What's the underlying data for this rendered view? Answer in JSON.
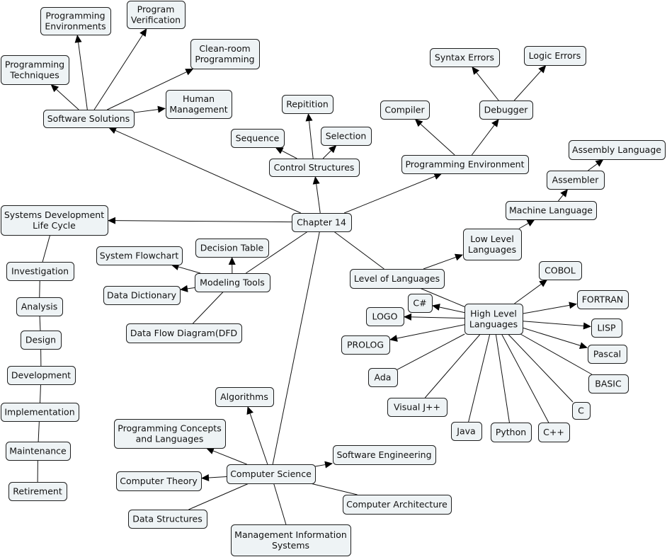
{
  "concept_map": {
    "nodes": [
      {
        "id": "chapter14",
        "lines": [
          "Chapter 14"
        ]
      },
      {
        "id": "software-solutions",
        "lines": [
          "Software Solutions"
        ]
      },
      {
        "id": "programming-environments",
        "lines": [
          "Programming",
          "Environments"
        ]
      },
      {
        "id": "program-verification",
        "lines": [
          "Program",
          "Verification"
        ]
      },
      {
        "id": "programming-techniques",
        "lines": [
          "Programming",
          "Techniques"
        ]
      },
      {
        "id": "clean-room-programming",
        "lines": [
          "Clean-room",
          "Programming"
        ]
      },
      {
        "id": "human-management",
        "lines": [
          "Human",
          "Management"
        ]
      },
      {
        "id": "control-structures",
        "lines": [
          "Control Structures"
        ]
      },
      {
        "id": "repitition",
        "lines": [
          "Repitition"
        ]
      },
      {
        "id": "sequence",
        "lines": [
          "Sequence"
        ]
      },
      {
        "id": "selection",
        "lines": [
          "Selection"
        ]
      },
      {
        "id": "programming-environment",
        "lines": [
          "Programming Environment"
        ]
      },
      {
        "id": "compiler",
        "lines": [
          "Compiler"
        ]
      },
      {
        "id": "debugger",
        "lines": [
          "Debugger"
        ]
      },
      {
        "id": "syntax-errors",
        "lines": [
          "Syntax Errors"
        ]
      },
      {
        "id": "logic-errors",
        "lines": [
          "Logic Errors"
        ]
      },
      {
        "id": "systems-development-life-cycle",
        "lines": [
          "Systems Development",
          "Life Cycle"
        ]
      },
      {
        "id": "investigation",
        "lines": [
          "Investigation"
        ]
      },
      {
        "id": "analysis",
        "lines": [
          "Analysis"
        ]
      },
      {
        "id": "design",
        "lines": [
          "Design"
        ]
      },
      {
        "id": "development",
        "lines": [
          "Development"
        ]
      },
      {
        "id": "implementation",
        "lines": [
          "Implementation"
        ]
      },
      {
        "id": "maintenance",
        "lines": [
          "Maintenance"
        ]
      },
      {
        "id": "retirement",
        "lines": [
          "Retirement"
        ]
      },
      {
        "id": "modeling-tools",
        "lines": [
          "Modeling Tools"
        ]
      },
      {
        "id": "system-flowchart",
        "lines": [
          "System Flowchart"
        ]
      },
      {
        "id": "decision-table",
        "lines": [
          "Decision Table"
        ]
      },
      {
        "id": "data-dictionary",
        "lines": [
          "Data Dictionary"
        ]
      },
      {
        "id": "data-flow-diagram",
        "lines": [
          "Data Flow Diagram(DFD"
        ]
      },
      {
        "id": "level-of-languages",
        "lines": [
          "Level of Languages"
        ]
      },
      {
        "id": "low-level-languages",
        "lines": [
          "Low Level",
          "Languages"
        ]
      },
      {
        "id": "machine-language",
        "lines": [
          "Machine Language"
        ]
      },
      {
        "id": "assembler",
        "lines": [
          "Assembler"
        ]
      },
      {
        "id": "assembly-language",
        "lines": [
          "Assembly Language"
        ]
      },
      {
        "id": "high-level-languages",
        "lines": [
          "High Level",
          "Languages"
        ]
      },
      {
        "id": "cobol",
        "lines": [
          "COBOL"
        ]
      },
      {
        "id": "fortran",
        "lines": [
          "FORTRAN"
        ]
      },
      {
        "id": "lisp",
        "lines": [
          "LISP"
        ]
      },
      {
        "id": "pascal",
        "lines": [
          "Pascal"
        ]
      },
      {
        "id": "basic",
        "lines": [
          "BASIC"
        ]
      },
      {
        "id": "c",
        "lines": [
          "C"
        ]
      },
      {
        "id": "cpp",
        "lines": [
          "C++"
        ]
      },
      {
        "id": "python",
        "lines": [
          "Python"
        ]
      },
      {
        "id": "java",
        "lines": [
          "Java"
        ]
      },
      {
        "id": "visual-jpp",
        "lines": [
          "Visual J++"
        ]
      },
      {
        "id": "ada",
        "lines": [
          "Ada"
        ]
      },
      {
        "id": "prolog",
        "lines": [
          "PROLOG"
        ]
      },
      {
        "id": "logo",
        "lines": [
          "LOGO"
        ]
      },
      {
        "id": "csharp",
        "lines": [
          "C#"
        ]
      },
      {
        "id": "computer-science",
        "lines": [
          "Computer Science"
        ]
      },
      {
        "id": "algorithms",
        "lines": [
          "Algorithms"
        ]
      },
      {
        "id": "programming-concepts-and-languages",
        "lines": [
          "Programming Concepts",
          "and Languages"
        ]
      },
      {
        "id": "computer-theory",
        "lines": [
          "Computer Theory"
        ]
      },
      {
        "id": "data-structures",
        "lines": [
          "Data Structures"
        ]
      },
      {
        "id": "management-information-systems",
        "lines": [
          "Management Information",
          "Systems"
        ]
      },
      {
        "id": "computer-architecture",
        "lines": [
          "Computer Architecture"
        ]
      },
      {
        "id": "software-engineering",
        "lines": [
          "Software Engineering"
        ]
      }
    ],
    "edges": [
      {
        "from": "chapter14",
        "to": "software-solutions",
        "arrow": true
      },
      {
        "from": "chapter14",
        "to": "control-structures",
        "arrow": true
      },
      {
        "from": "chapter14",
        "to": "programming-environment",
        "arrow": true
      },
      {
        "from": "chapter14",
        "to": "systems-development-life-cycle",
        "arrow": true
      },
      {
        "from": "chapter14",
        "to": "modeling-tools",
        "arrow": false
      },
      {
        "from": "chapter14",
        "to": "level-of-languages",
        "arrow": false
      },
      {
        "from": "chapter14",
        "to": "computer-science",
        "arrow": false
      },
      {
        "from": "software-solutions",
        "to": "programming-environments",
        "arrow": true
      },
      {
        "from": "software-solutions",
        "to": "program-verification",
        "arrow": true
      },
      {
        "from": "software-solutions",
        "to": "programming-techniques",
        "arrow": true
      },
      {
        "from": "software-solutions",
        "to": "clean-room-programming",
        "arrow": true
      },
      {
        "from": "software-solutions",
        "to": "human-management",
        "arrow": true
      },
      {
        "from": "control-structures",
        "to": "repitition",
        "arrow": true
      },
      {
        "from": "control-structures",
        "to": "sequence",
        "arrow": true
      },
      {
        "from": "control-structures",
        "to": "selection",
        "arrow": true
      },
      {
        "from": "programming-environment",
        "to": "compiler",
        "arrow": true
      },
      {
        "from": "programming-environment",
        "to": "debugger",
        "arrow": true
      },
      {
        "from": "debugger",
        "to": "syntax-errors",
        "arrow": true
      },
      {
        "from": "debugger",
        "to": "logic-errors",
        "arrow": true
      },
      {
        "from": "systems-development-life-cycle",
        "to": "investigation",
        "arrow": false
      },
      {
        "from": "investigation",
        "to": "analysis",
        "arrow": false
      },
      {
        "from": "analysis",
        "to": "design",
        "arrow": false
      },
      {
        "from": "design",
        "to": "development",
        "arrow": false
      },
      {
        "from": "development",
        "to": "implementation",
        "arrow": false
      },
      {
        "from": "implementation",
        "to": "maintenance",
        "arrow": false
      },
      {
        "from": "maintenance",
        "to": "retirement",
        "arrow": false
      },
      {
        "from": "modeling-tools",
        "to": "system-flowchart",
        "arrow": true
      },
      {
        "from": "modeling-tools",
        "to": "decision-table",
        "arrow": true
      },
      {
        "from": "modeling-tools",
        "to": "data-dictionary",
        "arrow": true
      },
      {
        "from": "modeling-tools",
        "to": "data-flow-diagram",
        "arrow": false
      },
      {
        "from": "level-of-languages",
        "to": "low-level-languages",
        "arrow": true
      },
      {
        "from": "level-of-languages",
        "to": "high-level-languages",
        "arrow": false
      },
      {
        "from": "low-level-languages",
        "to": "machine-language",
        "arrow": true
      },
      {
        "from": "machine-language",
        "to": "assembler",
        "arrow": true
      },
      {
        "from": "assembler",
        "to": "assembly-language",
        "arrow": true
      },
      {
        "from": "high-level-languages",
        "to": "cobol",
        "arrow": true
      },
      {
        "from": "high-level-languages",
        "to": "fortran",
        "arrow": true
      },
      {
        "from": "high-level-languages",
        "to": "lisp",
        "arrow": true
      },
      {
        "from": "high-level-languages",
        "to": "pascal",
        "arrow": true
      },
      {
        "from": "high-level-languages",
        "to": "basic",
        "arrow": false
      },
      {
        "from": "high-level-languages",
        "to": "c",
        "arrow": false
      },
      {
        "from": "high-level-languages",
        "to": "cpp",
        "arrow": false
      },
      {
        "from": "high-level-languages",
        "to": "python",
        "arrow": false
      },
      {
        "from": "high-level-languages",
        "to": "java",
        "arrow": false
      },
      {
        "from": "high-level-languages",
        "to": "visual-jpp",
        "arrow": false
      },
      {
        "from": "high-level-languages",
        "to": "ada",
        "arrow": false
      },
      {
        "from": "high-level-languages",
        "to": "prolog",
        "arrow": true
      },
      {
        "from": "high-level-languages",
        "to": "logo",
        "arrow": true
      },
      {
        "from": "high-level-languages",
        "to": "csharp",
        "arrow": true
      },
      {
        "from": "computer-science",
        "to": "algorithms",
        "arrow": true
      },
      {
        "from": "computer-science",
        "to": "programming-concepts-and-languages",
        "arrow": true
      },
      {
        "from": "computer-science",
        "to": "computer-theory",
        "arrow": true
      },
      {
        "from": "computer-science",
        "to": "data-structures",
        "arrow": false
      },
      {
        "from": "computer-science",
        "to": "management-information-systems",
        "arrow": false
      },
      {
        "from": "computer-science",
        "to": "computer-architecture",
        "arrow": false
      },
      {
        "from": "computer-science",
        "to": "software-engineering",
        "arrow": true
      }
    ]
  }
}
